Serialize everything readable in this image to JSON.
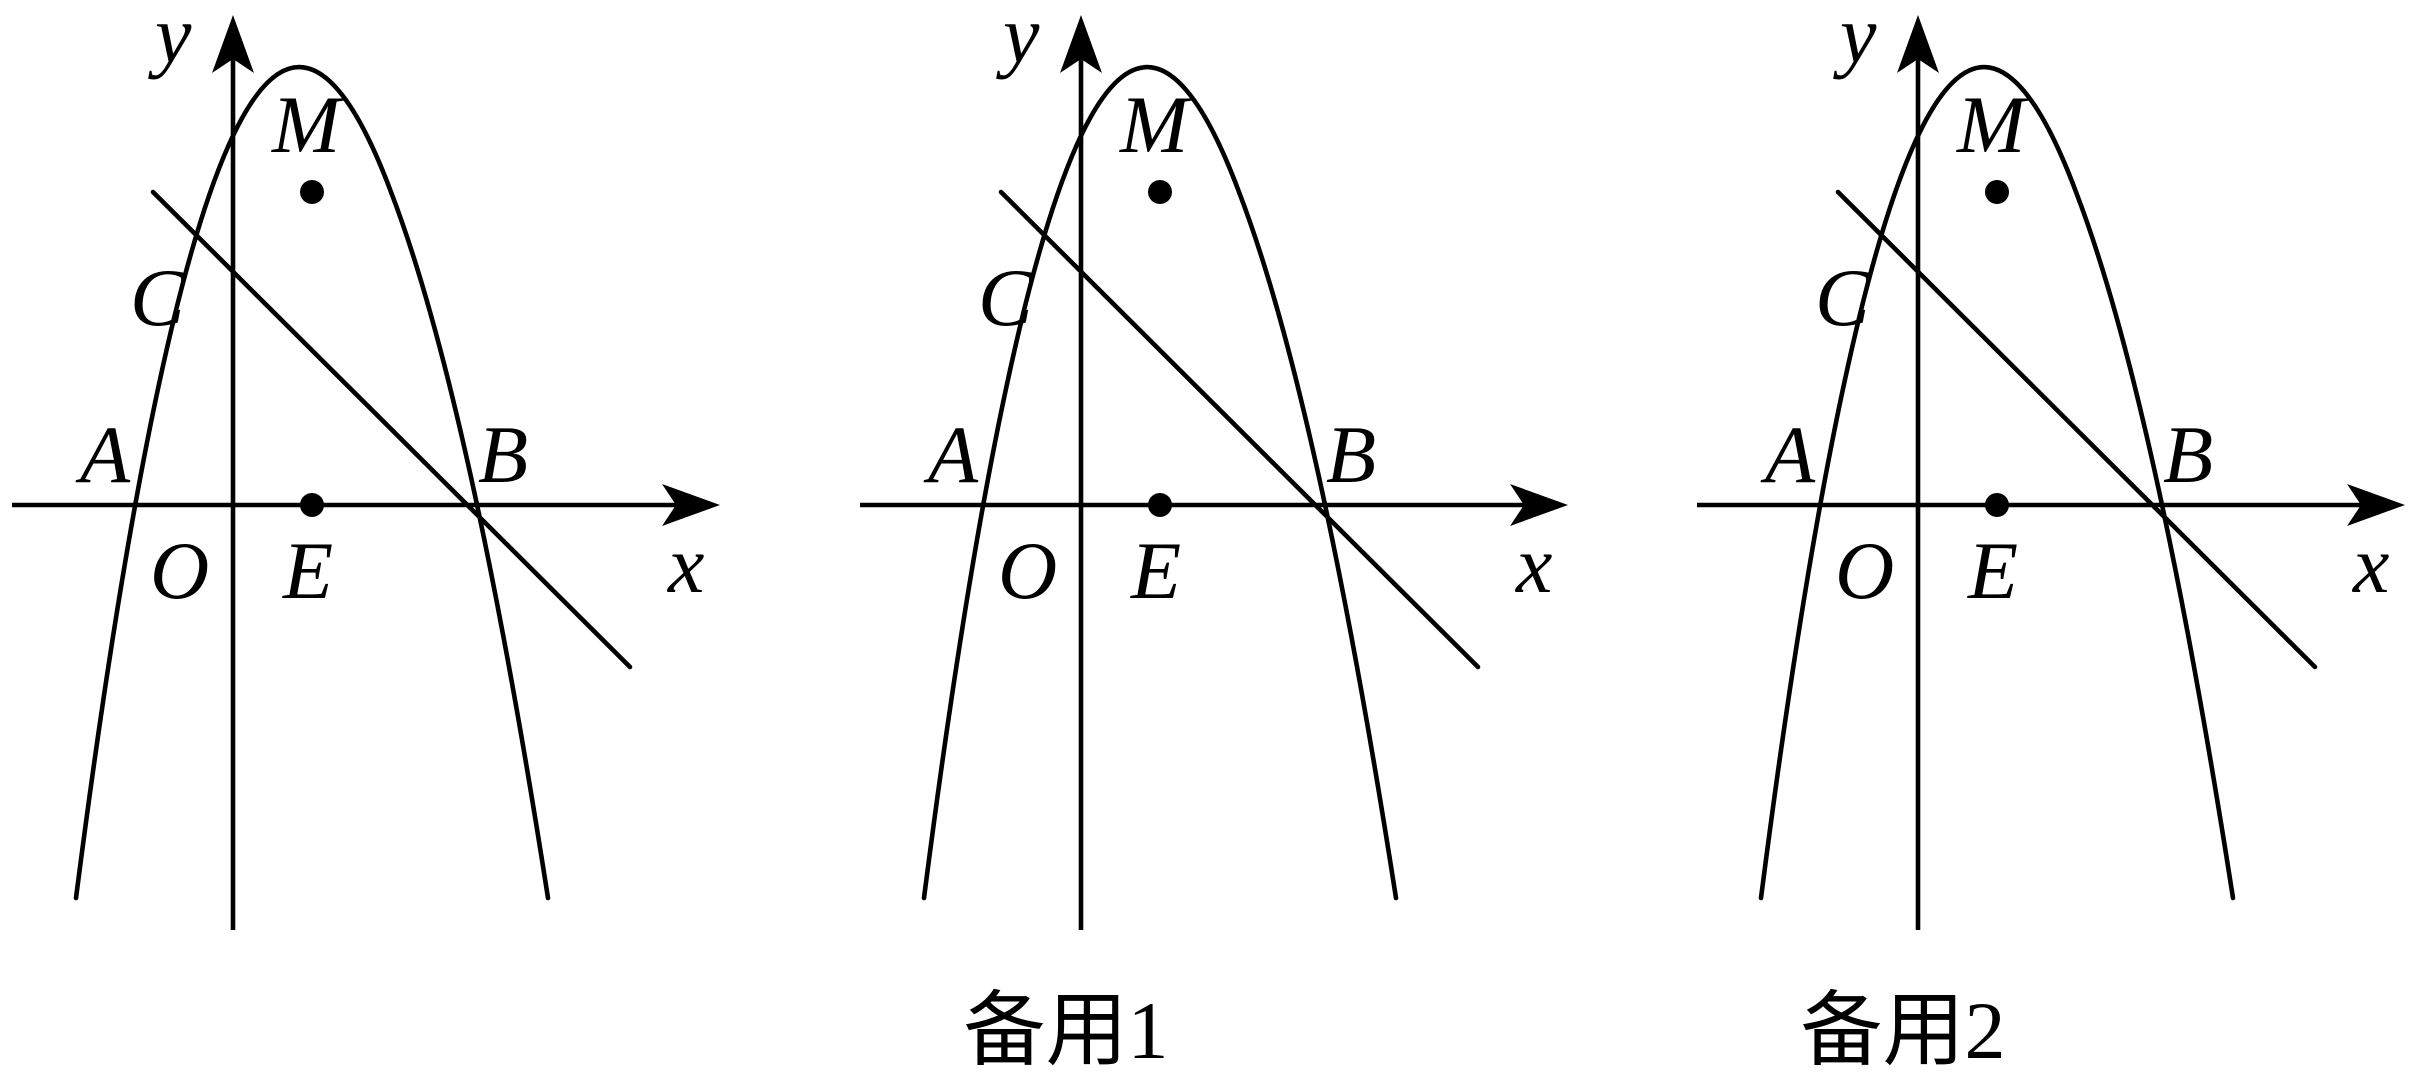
{
  "labels": {
    "y_axis": "y",
    "x_axis": "x",
    "origin": "O",
    "vertex": "M",
    "y_intercept": "C",
    "left_root": "A",
    "right_root": "B",
    "point_e": "E"
  },
  "panels": [
    {
      "caption": ""
    },
    {
      "caption": "备用1"
    },
    {
      "caption": "备用2"
    }
  ],
  "colors": {
    "ink": "#000000",
    "background": "#ffffff"
  }
}
